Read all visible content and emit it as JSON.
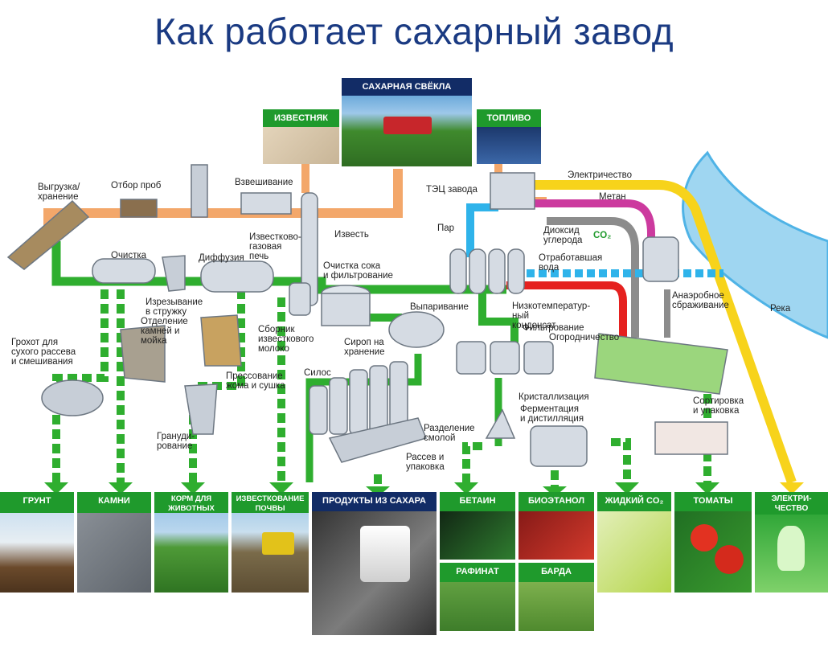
{
  "title": "Как работает сахарный завод",
  "colors": {
    "green": "#2fae2f",
    "orange": "#f3a76a",
    "yellow": "#f7d31b",
    "magenta": "#cc3a9e",
    "gray": "#8c8c8c",
    "red": "#e5211f",
    "blue": "#2fb3ea",
    "header_green": "#1f9a2c",
    "header_navy": "#122c66",
    "title": "#1a3a82"
  },
  "top_sources": {
    "beet": "САХАРНАЯ СВЁКЛА",
    "limestone": "ИЗВЕСТНЯК",
    "fuel": "ТОПЛИВО"
  },
  "process_labels": {
    "unload": "Выгрузка/\nхранение",
    "sampling": "Отбор проб",
    "weighing": "Взвешивание",
    "chp": "ТЭЦ завода",
    "electricity": "Электричество",
    "methane": "Метан",
    "steam": "Пар",
    "co2_dioxide": "Диоксид\nуглерода",
    "co2": "CO₂",
    "lime": "Известь",
    "lime_kiln": "Известково-\nгазовая\nпечь",
    "cleaning": "Очистка",
    "diffusion": "Диффузия",
    "slicing": "Изрезывание\nв стружку",
    "juice_purification": "Очистка сока\nи фильтрование",
    "waste_water": "Отработавшая\nвода",
    "stone_separation": "Отделение\nкамней и\nмойка",
    "screen": "Грохот для\nсухого рассева\nи смешивания",
    "lime_milk": "Сборник\nизвесткового\nмолоко",
    "evaporation": "Выпаривание",
    "condensate": "Низкотемператур-\nный\nконденсат",
    "anaerobic": "Анаэробное\nсбраживание",
    "river": "Река",
    "filtration": "Фильтрование",
    "gardening": "Огородничество",
    "syrup": "Сироп на\nхранение",
    "pulp": "Прессование\nжома и сушка",
    "silos": "Силос",
    "crystallization": "Кристаллизация",
    "fermentation": "Ферментация\nи дистилляция",
    "sorting": "Сортировка\nи упаковка",
    "resin": "Разделение\nсмолой",
    "granulation": "Грануди-\nрование",
    "sieving": "Рассев и\nупаковка"
  },
  "products": {
    "soil": "ГРУНТ",
    "stones": "КАМНИ",
    "feed": "КОРМ ДЛЯ\nЖИВОТНЫХ",
    "liming": "ИЗВЕСТКОВАНИЕ\nПОЧВЫ",
    "sugar_products": "ПРОДУКТЫ ИЗ САХАРА",
    "betaine": "БЕТАИН",
    "bioethanol": "БИОЭТАНОЛ",
    "liquid_co2": "ЖИДКИЙ CO₂",
    "tomatoes": "ТОМАТЫ",
    "electricity": "ЭЛЕКТРИ-\nЧЕСТВО",
    "raffinate": "РАФИНАТ",
    "bard": "БАРДА"
  }
}
